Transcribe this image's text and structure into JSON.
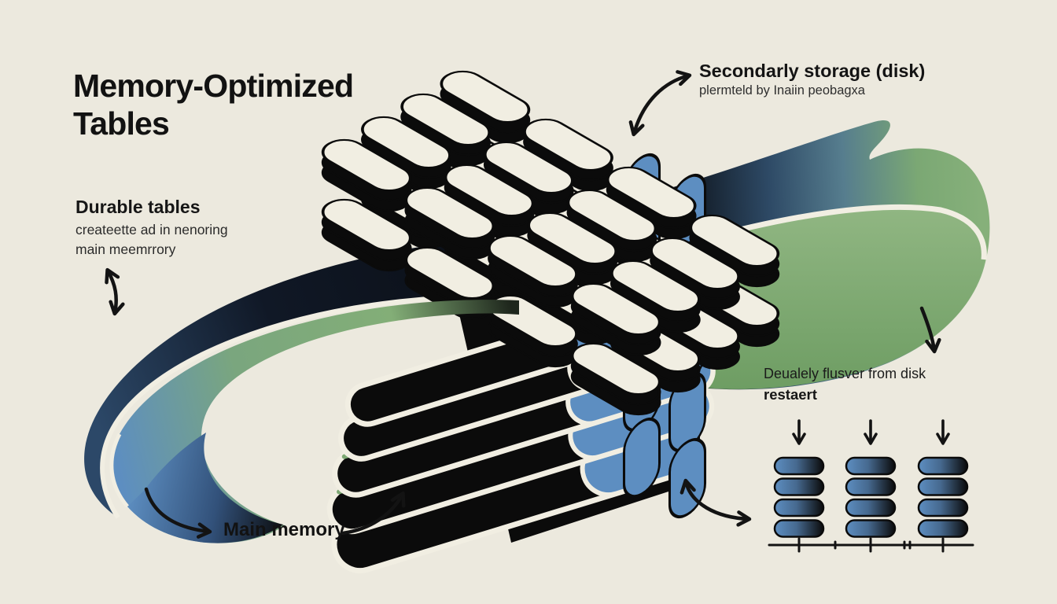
{
  "title": "Memory-Optimized Tables",
  "labels": {
    "durable": {
      "heading": "Durable tables",
      "sub_line1": "createette ad in nenoring",
      "sub_line2": "main meemrrory"
    },
    "secondary": {
      "heading": "Secondarly storage (disk)",
      "sub": "plermteld by Inaiin peobagxa"
    },
    "flush": {
      "line1": "Deualely flusver from disk",
      "line2": "restaert"
    },
    "main_memory": "Main memory"
  },
  "colors": {
    "background": "#ECE9DE",
    "ink": "#131313",
    "blue": "#5D8EC1",
    "green": "#82AD76",
    "cream_pill": "#F1EEE2",
    "ribbon_dark": "#0B0F16"
  },
  "figures": {
    "memory_stack": {
      "top_pill_rows": 4,
      "top_pill_cols": 4,
      "pill_layers": 2,
      "slab_layers": 5,
      "side_pill_columns": 2,
      "side_pills_per_column": 5
    },
    "disk_pill_grid": {
      "columns": 3,
      "pills_per_column": 4,
      "arrow_direction": "down"
    }
  }
}
